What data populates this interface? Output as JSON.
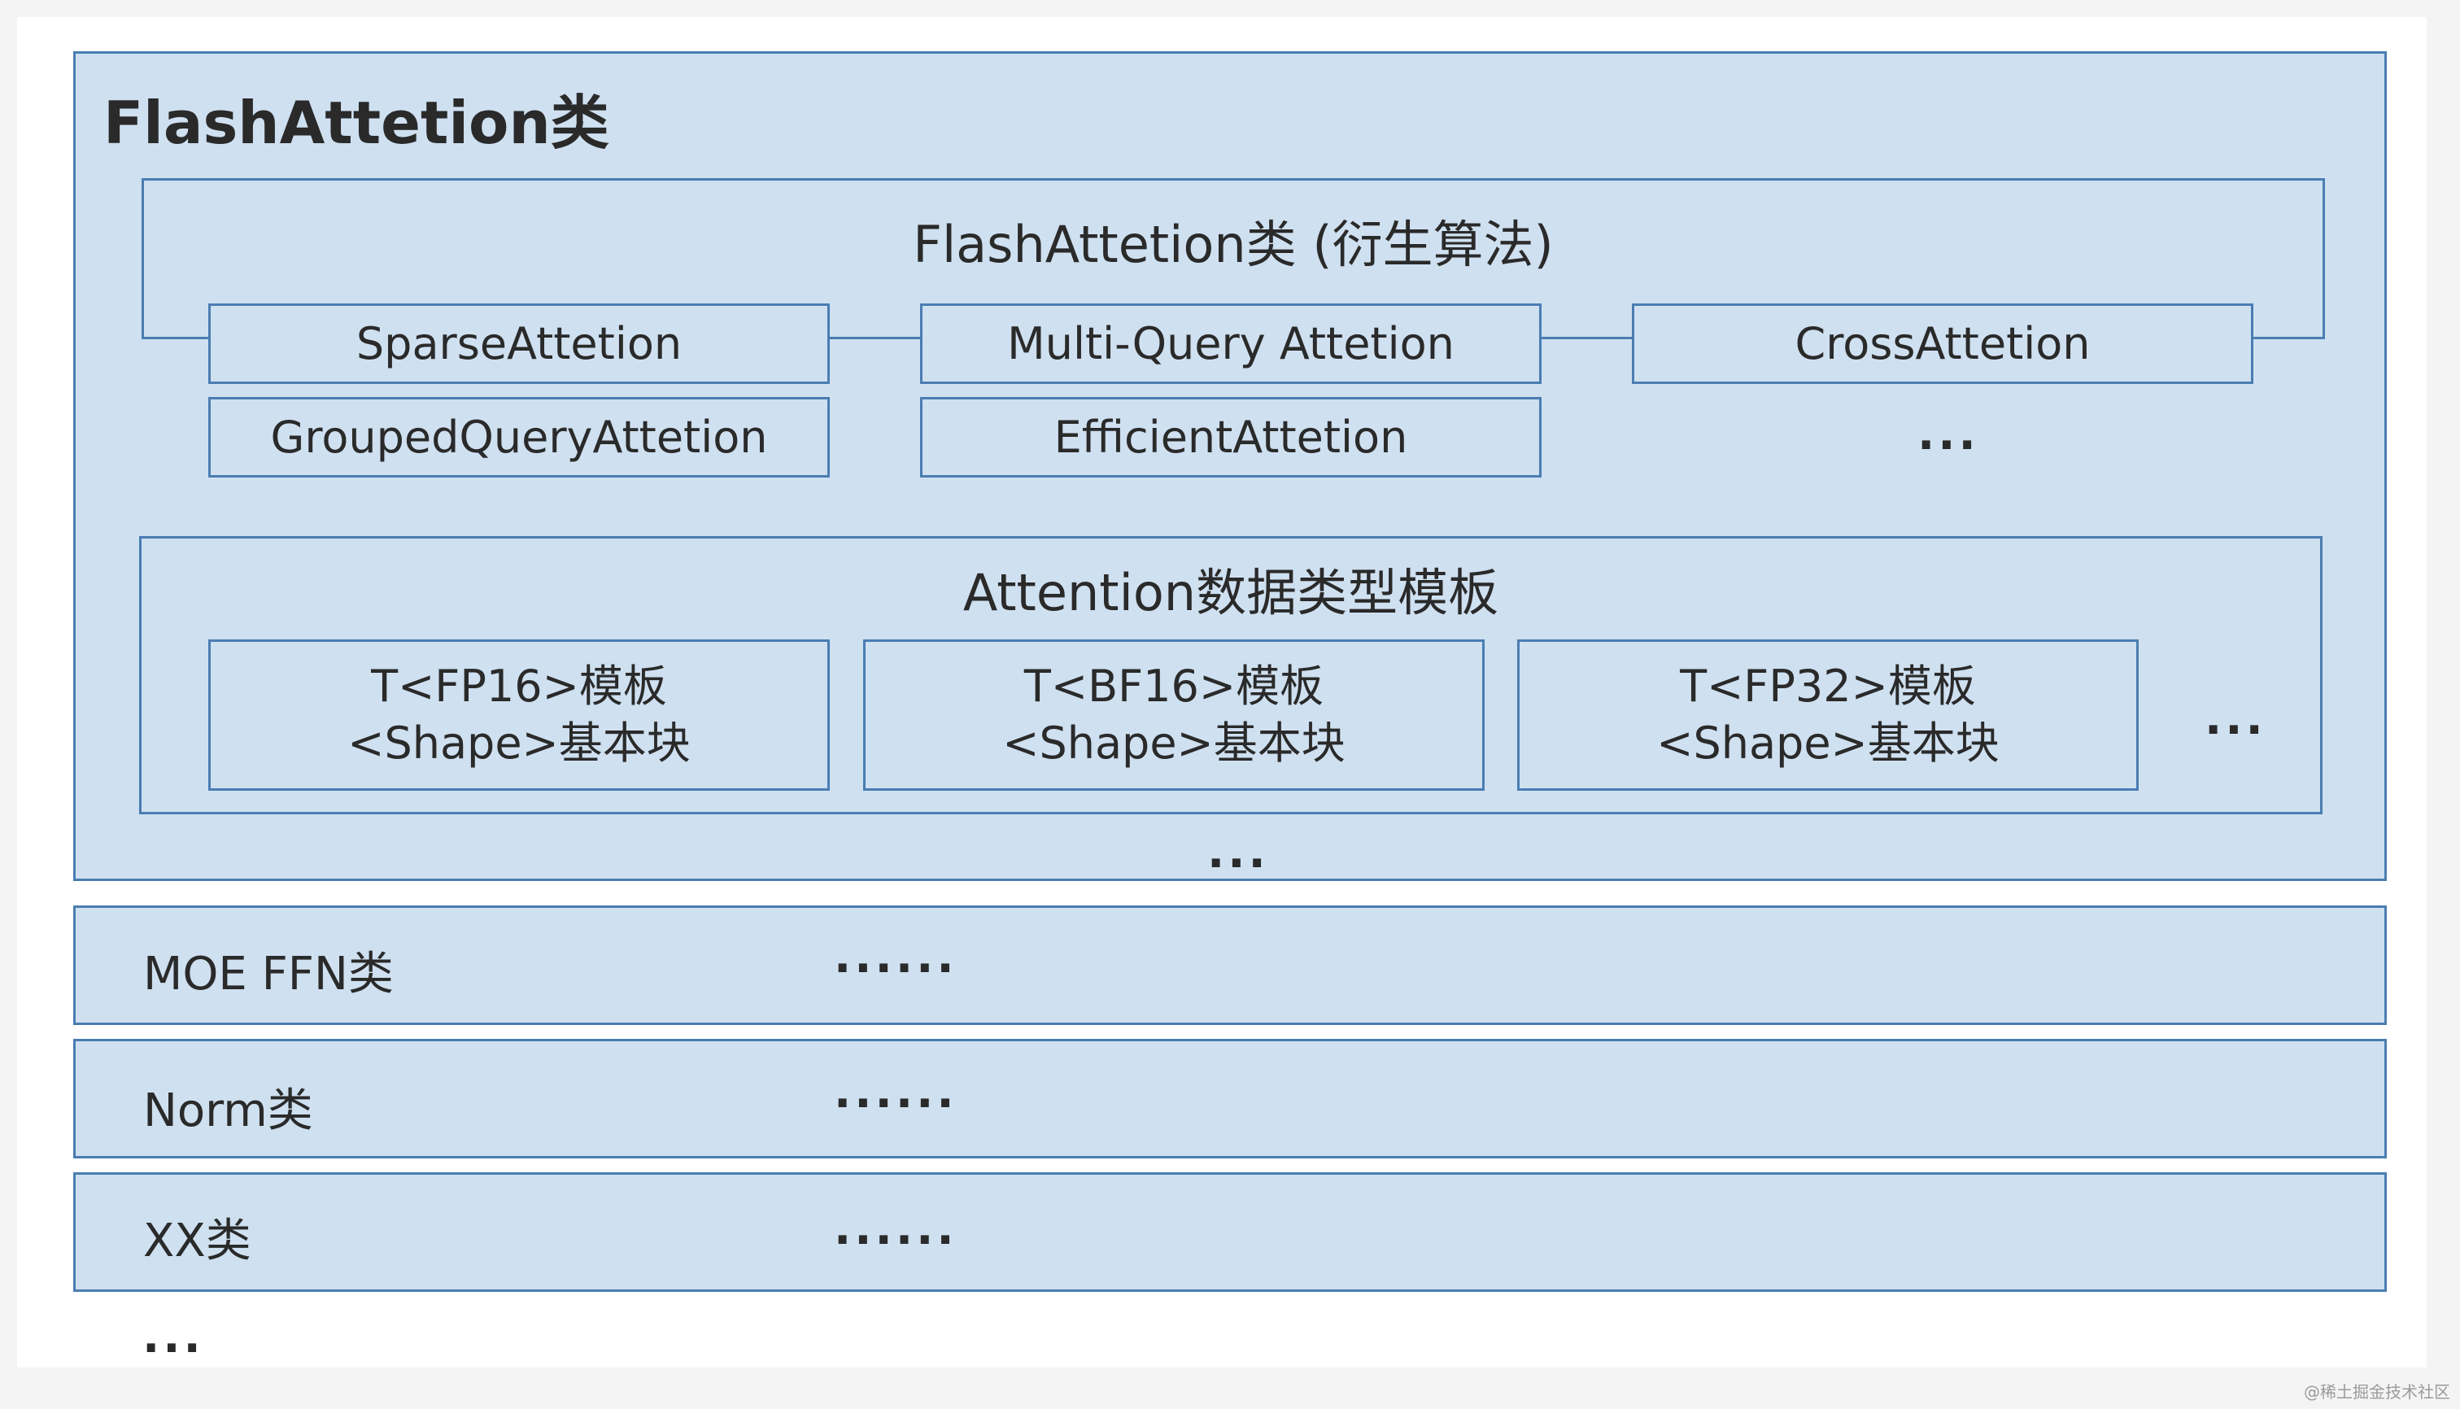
{
  "main": {
    "title": "FlashAttetion类"
  },
  "derived": {
    "title": "FlashAttetion类 (衍生算法)",
    "items": [
      "SparseAttetion",
      "Multi-Query Attetion",
      "CrossAttetion",
      "GroupedQueryAttetion",
      "EfficientAttetion"
    ],
    "more": "..."
  },
  "templates": {
    "title": "Attention数据类型模板",
    "items": [
      {
        "line1": "T<FP16>模板",
        "line2": "<Shape>基本块"
      },
      {
        "line1": "T<BF16>模板",
        "line2": "<Shape>基本块"
      },
      {
        "line1": "T<FP32>模板",
        "line2": "<Shape>基本块"
      }
    ],
    "more": "...",
    "after": "..."
  },
  "rows": [
    {
      "label": "MOE FFN类",
      "dots": "......"
    },
    {
      "label": "Norm类",
      "dots": "......"
    },
    {
      "label": "XX类",
      "dots": "......"
    }
  ],
  "bottom_more": "...",
  "watermark": "@稀土掘金技术社区"
}
